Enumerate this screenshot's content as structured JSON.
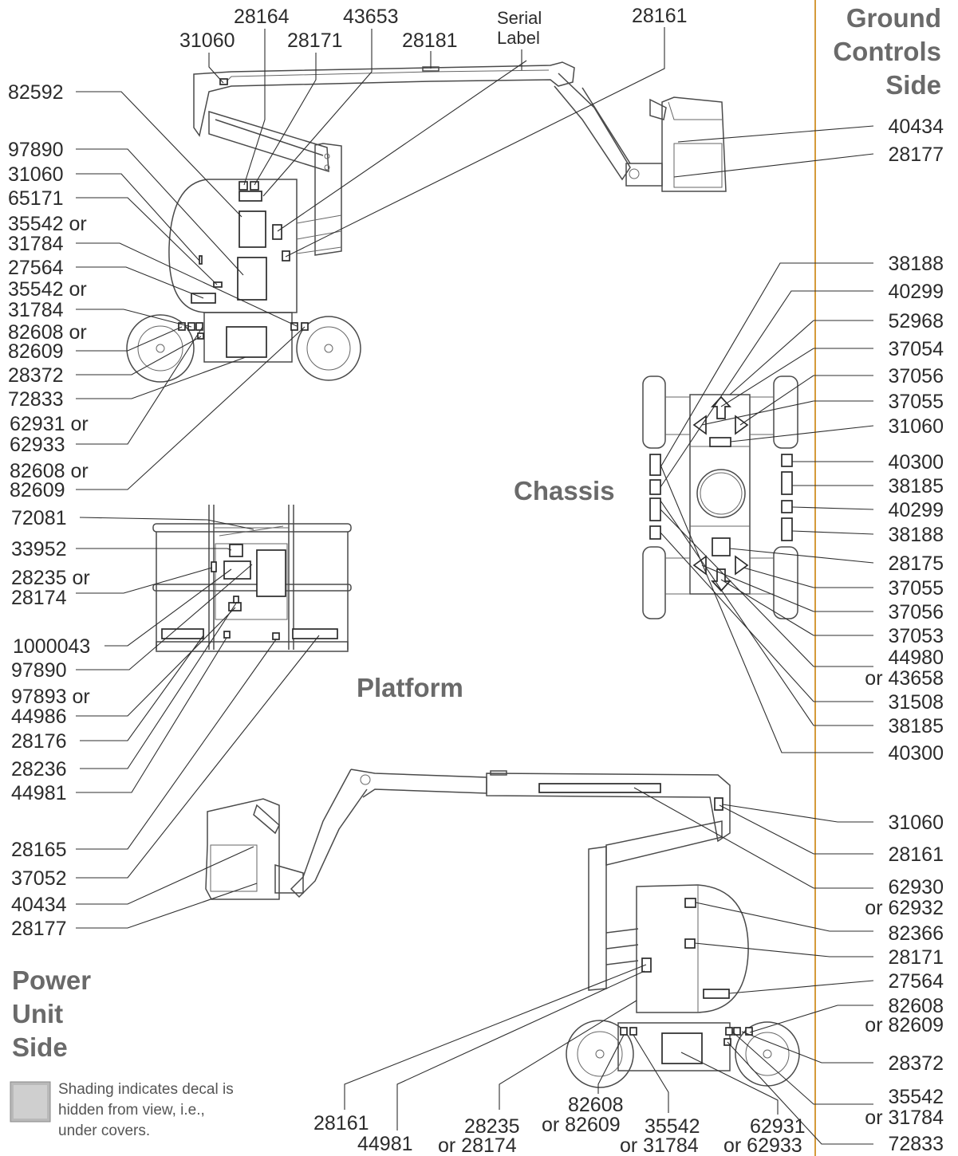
{
  "headings": {
    "ground": [
      "Ground",
      "Controls",
      "Side"
    ],
    "power": [
      "Power",
      "Unit",
      "Side"
    ],
    "chassis": "Chassis",
    "platform": "Platform"
  },
  "legend": {
    "lines": [
      "Shading indicates decal is",
      "hidden from view, i.e.,",
      "under covers."
    ]
  },
  "top_labels": [
    "28164",
    "43653",
    "31060",
    "28171",
    "28181",
    "28161",
    "Serial",
    "Label"
  ],
  "ground_side_left": [
    "82592",
    "97890",
    "31060",
    "65171",
    "35542 or",
    "31784",
    "27564",
    "35542 or",
    "31784",
    "82608 or",
    "82609",
    "28372",
    "72833",
    "62931 or",
    "62933",
    "82608 or",
    "82609"
  ],
  "ground_side_right": [
    "40434",
    "28177"
  ],
  "platform_left": [
    "72081",
    "33952",
    "28235 or",
    "28174",
    "1000043",
    "97890",
    "97893 or",
    "44986",
    "28176",
    "28236",
    "44981",
    "28165",
    "37052",
    "40434",
    "28177"
  ],
  "chassis_right": [
    "38188",
    "40299",
    "52968",
    "37054",
    "37056",
    "37055",
    "31060",
    "40300",
    "38185",
    "40299",
    "38188",
    "28175",
    "37055",
    "37056",
    "37053",
    "44980",
    "or 43658",
    "31508",
    "38185",
    "40300"
  ],
  "power_side_right": [
    "31060",
    "28161",
    "62930",
    "or 62932",
    "82366",
    "28171",
    "27564",
    "82608",
    "or 82609",
    "28372",
    "35542",
    "or 31784",
    "72833"
  ],
  "bottom_labels": [
    "28161",
    "44981",
    "28235",
    "or 28174",
    "82608",
    "or 82609",
    "35542",
    "or 31784",
    "62931",
    "or 62933"
  ]
}
